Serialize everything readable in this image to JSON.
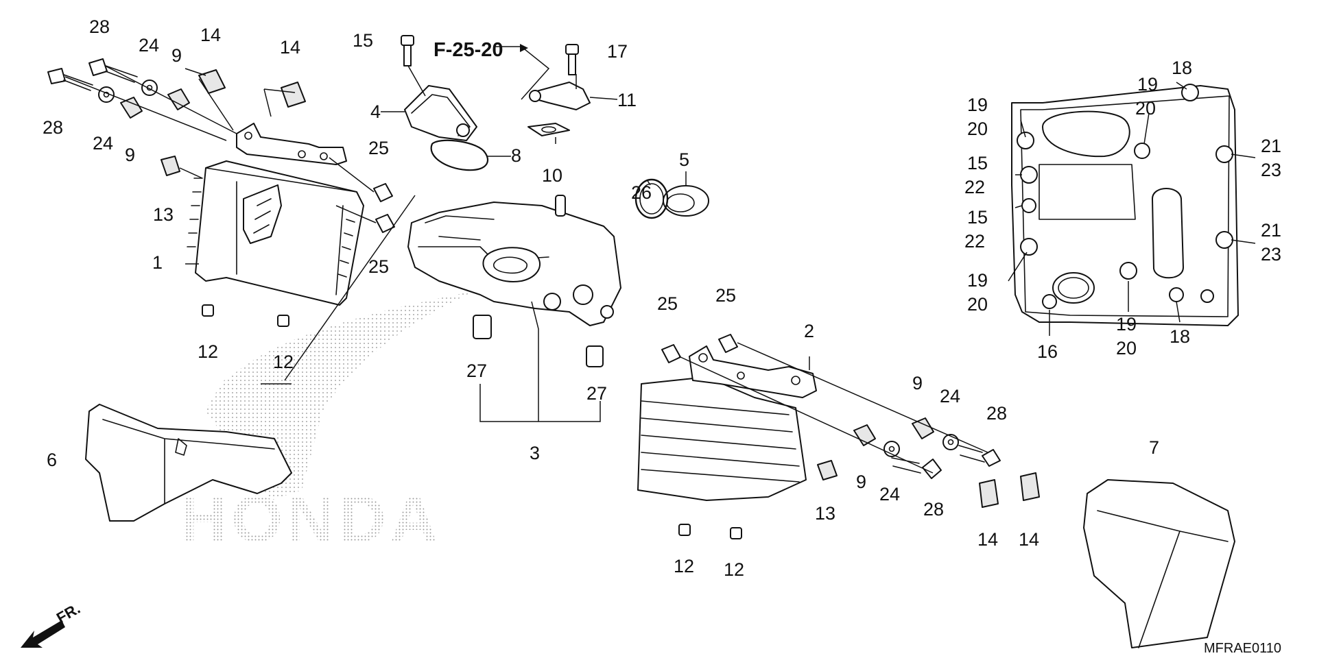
{
  "reference": {
    "code": "F-25-20"
  },
  "diagram_code": "MFRAE0110",
  "front_indicator": {
    "label": "FR."
  },
  "watermark": {
    "text": "HONDA"
  },
  "callouts": [
    {
      "id": "c28a",
      "label": "28"
    },
    {
      "id": "c24a",
      "label": "24"
    },
    {
      "id": "c9a",
      "label": "9"
    },
    {
      "id": "c14a",
      "label": "14"
    },
    {
      "id": "c14b",
      "label": "14"
    },
    {
      "id": "c28b",
      "label": "28"
    },
    {
      "id": "c24b",
      "label": "24"
    },
    {
      "id": "c9b",
      "label": "9"
    },
    {
      "id": "c13a",
      "label": "13"
    },
    {
      "id": "c1",
      "label": "1"
    },
    {
      "id": "c12a",
      "label": "12"
    },
    {
      "id": "c12b",
      "label": "12"
    },
    {
      "id": "c25a",
      "label": "25"
    },
    {
      "id": "c25b",
      "label": "25"
    },
    {
      "id": "c15a",
      "label": "15"
    },
    {
      "id": "c17",
      "label": "17"
    },
    {
      "id": "c11",
      "label": "11"
    },
    {
      "id": "c4",
      "label": "4"
    },
    {
      "id": "c8",
      "label": "8"
    },
    {
      "id": "c10",
      "label": "10"
    },
    {
      "id": "c5",
      "label": "5"
    },
    {
      "id": "c26",
      "label": "26"
    },
    {
      "id": "c3",
      "label": "3"
    },
    {
      "id": "c27a",
      "label": "27"
    },
    {
      "id": "c27b",
      "label": "27"
    },
    {
      "id": "c25c",
      "label": "25"
    },
    {
      "id": "c25d",
      "label": "25"
    },
    {
      "id": "c2",
      "label": "2"
    },
    {
      "id": "c9c",
      "label": "9"
    },
    {
      "id": "c24c",
      "label": "24"
    },
    {
      "id": "c28c",
      "label": "28"
    },
    {
      "id": "c9d",
      "label": "9"
    },
    {
      "id": "c24d",
      "label": "24"
    },
    {
      "id": "c28d",
      "label": "28"
    },
    {
      "id": "c13b",
      "label": "13"
    },
    {
      "id": "c14c",
      "label": "14"
    },
    {
      "id": "c14d",
      "label": "14"
    },
    {
      "id": "c12c",
      "label": "12"
    },
    {
      "id": "c12d",
      "label": "12"
    },
    {
      "id": "c6",
      "label": "6"
    },
    {
      "id": "c7",
      "label": "7"
    },
    {
      "id": "c19a",
      "label": "19"
    },
    {
      "id": "c20a",
      "label": "20"
    },
    {
      "id": "c19b",
      "label": "19"
    },
    {
      "id": "c20b",
      "label": "20"
    },
    {
      "id": "c18a",
      "label": "18"
    },
    {
      "id": "c15b",
      "label": "15"
    },
    {
      "id": "c22a",
      "label": "22"
    },
    {
      "id": "c21a",
      "label": "21"
    },
    {
      "id": "c23a",
      "label": "23"
    },
    {
      "id": "c15c",
      "label": "15"
    },
    {
      "id": "c22b",
      "label": "22"
    },
    {
      "id": "c21b",
      "label": "21"
    },
    {
      "id": "c23b",
      "label": "23"
    },
    {
      "id": "c19c",
      "label": "19"
    },
    {
      "id": "c20c",
      "label": "20"
    },
    {
      "id": "c16",
      "label": "16"
    },
    {
      "id": "c19d",
      "label": "19"
    },
    {
      "id": "c20d",
      "label": "20"
    },
    {
      "id": "c18b",
      "label": "18"
    }
  ]
}
